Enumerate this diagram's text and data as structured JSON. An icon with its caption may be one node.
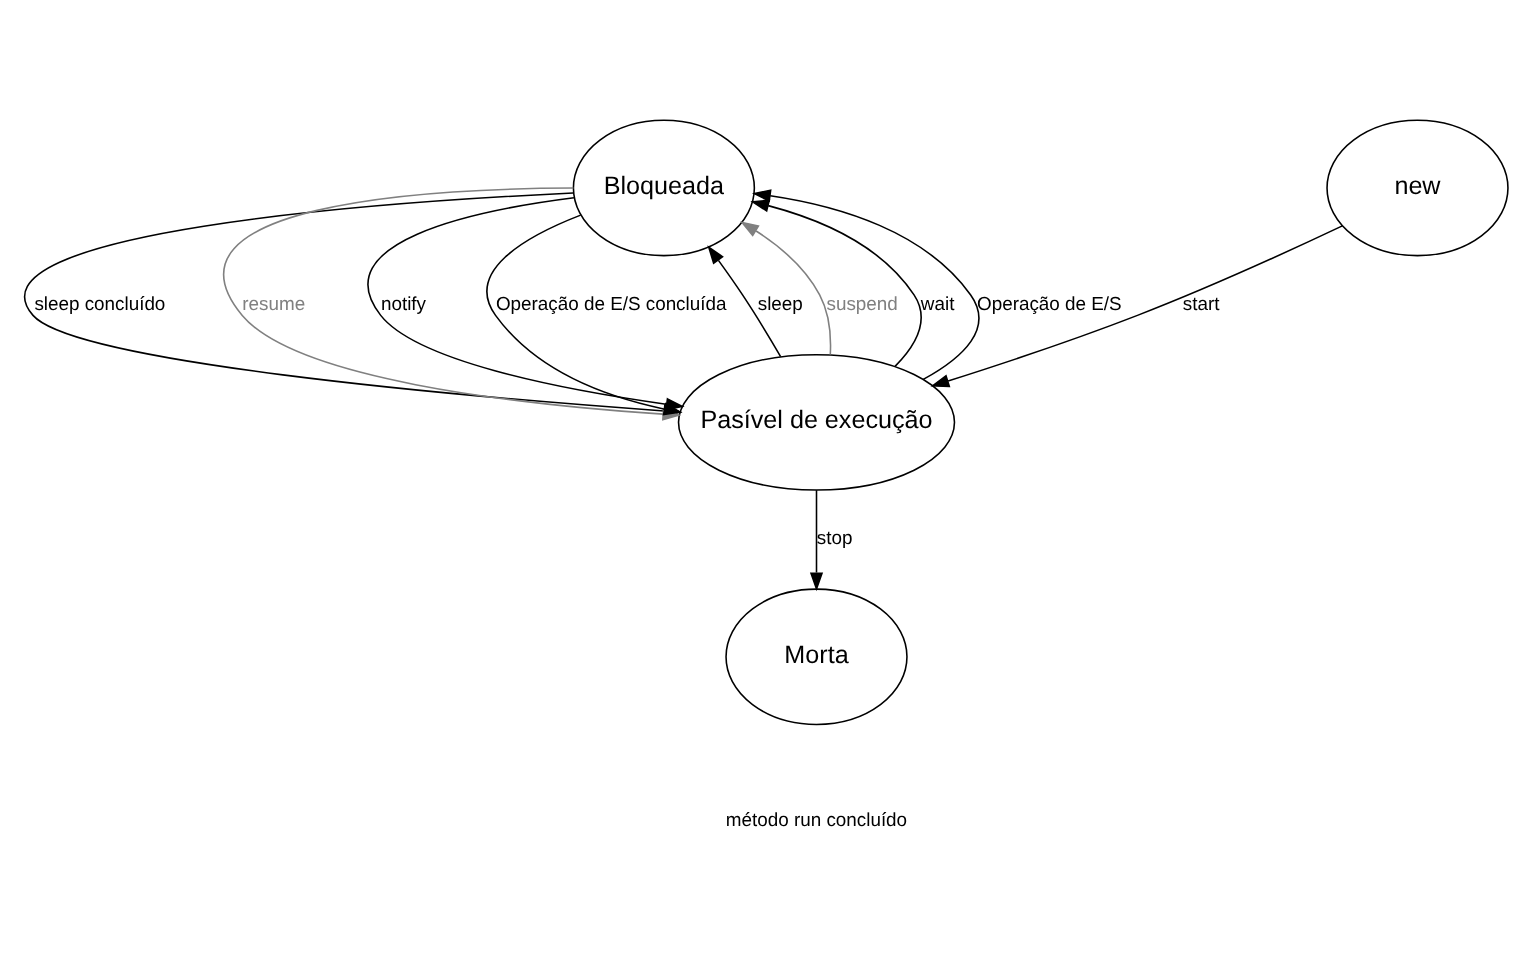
{
  "diagram": {
    "nodes": [
      {
        "text": [
          "Bloqueada"
        ]
      },
      {
        "text": [
          "new"
        ]
      },
      {
        "text": [
          "Pasível de execução"
        ]
      },
      {
        "text": [
          "Morta"
        ]
      }
    ],
    "edges": [
      {
        "from": 1,
        "to": 2,
        "arrow": "to",
        "label": "start"
      },
      {
        "from": 2,
        "to": 0,
        "arrow": "to",
        "label": "sleep"
      },
      {
        "from": 0,
        "to": 2,
        "arrow": "to",
        "label": "sleep concluído"
      },
      {
        "from": 2,
        "to": 0,
        "arrow": "to",
        "label": "suspend",
        "color": "#808080"
      },
      {
        "from": 0,
        "to": 2,
        "arrow": "to",
        "label": "resume",
        "color": "#808080"
      },
      {
        "from": 2,
        "to": 0,
        "arrow": "to",
        "label": "wait"
      },
      {
        "from": 0,
        "to": 2,
        "arrow": "to",
        "label": "notify"
      },
      {
        "from": 2,
        "to": 0,
        "arrow": "to",
        "label": "Operação de E/S"
      },
      {
        "from": 0,
        "to": 2,
        "arrow": "to",
        "label": "Operação de E/S concluída"
      },
      {
        "from": 2,
        "to": 3,
        "arrow": "to",
        "label": "stop"
      }
    ],
    "labels": [
      "método run concluído"
    ]
  }
}
